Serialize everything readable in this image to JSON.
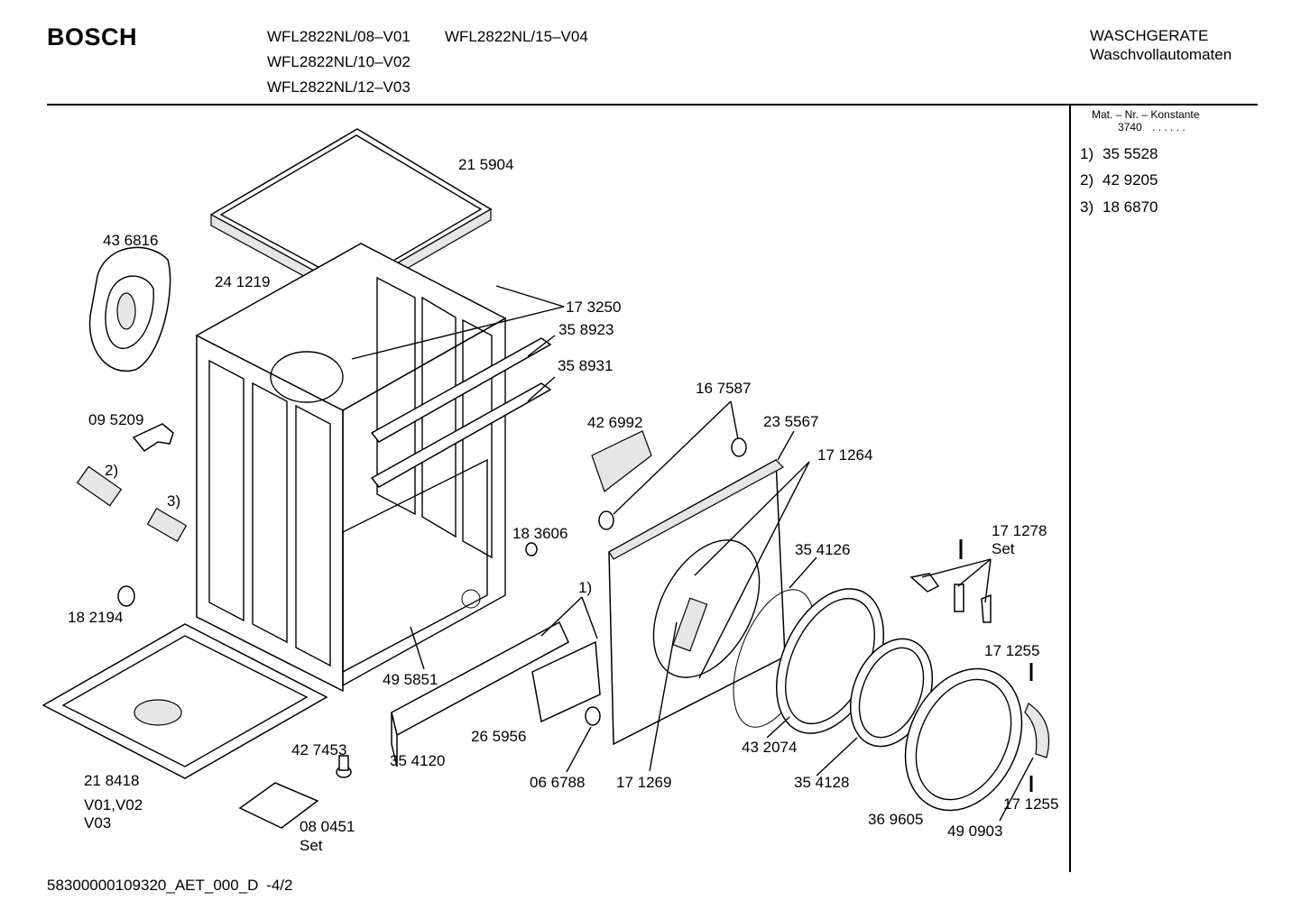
{
  "header": {
    "brand": "BOSCH",
    "models": [
      "WFL2822NL/08–V01",
      "WFL2822NL/15–V04",
      "WFL2822NL/10–V02",
      "WFL2822NL/12–V03"
    ],
    "category": "WASCHGERATE",
    "subcategory": "Waschvollautomaten"
  },
  "sidebar": {
    "mat_label": "Mat. – Nr. – Konstante",
    "mat_value": "3740",
    "mat_dots": ". .   . . . .",
    "items": [
      {
        "key": "1)",
        "value": "35 5528"
      },
      {
        "key": "2)",
        "value": "42 9205"
      },
      {
        "key": "3)",
        "value": "18 6870"
      }
    ]
  },
  "parts": {
    "p215904": "21 5904",
    "p436816": "43 6816",
    "p241219": "24 1219",
    "p173250": "17 3250",
    "p358923": "35 8923",
    "p358931": "35 8931",
    "p167587": "16 7587",
    "p426992": "42 6992",
    "p235567": "23 5567",
    "p171264": "17 1264",
    "p095209": "09 5209",
    "ref2": "2)",
    "ref3": "3)",
    "p183606": "18 3606",
    "p354126": "35 4126",
    "p171278": "17 1278",
    "p171278set": "Set",
    "ref1": "1)",
    "p182194": "18 2194",
    "p171255a": "17 1255",
    "p495851": "49 5851",
    "p427453": "42 7453",
    "p354120": "35 4120",
    "p265956": "26 5956",
    "p432074": "43 2074",
    "p218418": "21 8418",
    "p218418v1": "V01,V02",
    "p218418v2": "V03",
    "p066788": "06 6788",
    "p171269": "17 1269",
    "p354128": "35 4128",
    "p171255b": "17 1255",
    "p080451": "08 0451",
    "p080451set": "Set",
    "p369605": "36 9605",
    "p490903": "49 0903"
  },
  "footer": {
    "doc_id": "58300000109320_AET_000_D",
    "page": "-4/2"
  }
}
